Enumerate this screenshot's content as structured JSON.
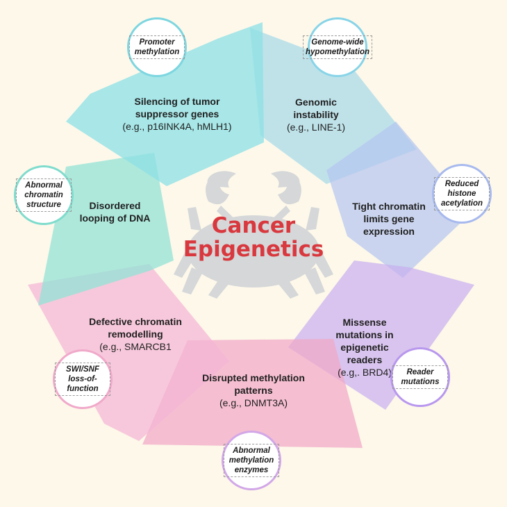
{
  "title_line1": "Cancer",
  "title_line2": "Epigenetics",
  "colors": {
    "background": "#fdf8ea",
    "title": "#d8383e",
    "cyan": "#8fe0e6",
    "light_blue": "#a9dbe8",
    "periwinkle": "#b6c6f0",
    "lavender": "#c8aef0",
    "pink": "#f4b6d6",
    "rose": "#f1a8c8",
    "teal": "#93e3d6",
    "crab": "#cfd2d6"
  },
  "segments": {
    "silencing": {
      "title": "Silencing of tumor suppressor genes",
      "example": "(e.g., p16INK4A, hMLH1)",
      "bubble": "Promoter methylation"
    },
    "genomic": {
      "title": "Genomic instability",
      "example": "(e.g., LINE-1)",
      "bubble": "Genome-wide hypomethylation"
    },
    "tight": {
      "title": "Tight chromatin limits gene expression",
      "example": "",
      "bubble": "Reduced histone acetylation"
    },
    "missense": {
      "title": "Missense mutations in epigenetic readers",
      "example": "(e.g,. BRD4)",
      "bubble": "Reader mutations"
    },
    "disrupted": {
      "title": "Disrupted methylation patterns",
      "example": "(e.g., DNMT3A)",
      "bubble": "Abnormal methylation enzymes"
    },
    "defective": {
      "title": "Defective chromatin remodelling",
      "example": "(e.g., SMARCB1",
      "bubble": "SWI/SNF loss-of-function"
    },
    "disordered": {
      "title": "Disordered looping of DNA",
      "example": "",
      "bubble": "Abnormal chromatin structure"
    }
  },
  "icons": {
    "center": "crab-icon"
  }
}
